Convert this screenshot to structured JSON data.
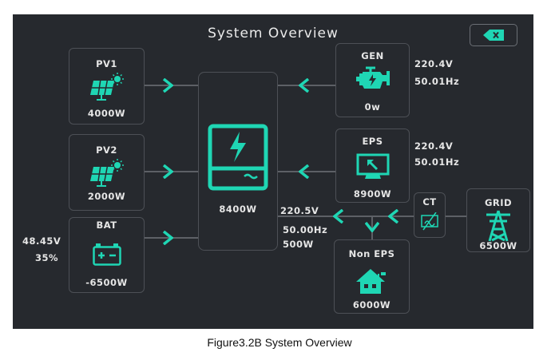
{
  "screen": {
    "title": "System Overview",
    "accent_color": "#1fd6b4"
  },
  "pv1": {
    "label": "PV1",
    "power": "4000W",
    "icon": "solar-panel-icon"
  },
  "pv2": {
    "label": "PV2",
    "power": "2000W",
    "icon": "solar-panel-icon"
  },
  "bat": {
    "label": "BAT",
    "voltage": "48.45V",
    "soc": "35%",
    "power": "-6500W",
    "icon": "battery-icon"
  },
  "inverter": {
    "power": "8400W",
    "icon": "inverter-icon"
  },
  "gen": {
    "label": "GEN",
    "voltage": "220.4V",
    "frequency": "50.01Hz",
    "power": "0w",
    "icon": "generator-engine-icon"
  },
  "eps": {
    "label": "EPS",
    "voltage": "220.4V",
    "frequency": "50.01Hz",
    "power": "8900W",
    "icon": "monitor-icon"
  },
  "output": {
    "voltage": "220.5V",
    "frequency": "50.00Hz",
    "power": "500W"
  },
  "ct": {
    "label": "CT"
  },
  "grid": {
    "label": "GRID",
    "power": "6500W",
    "icon": "transmission-tower-icon"
  },
  "non_eps": {
    "label": "Non EPS",
    "power": "6000W",
    "icon": "house-plug-icon"
  },
  "caption": "Figure3.2B System Overview"
}
